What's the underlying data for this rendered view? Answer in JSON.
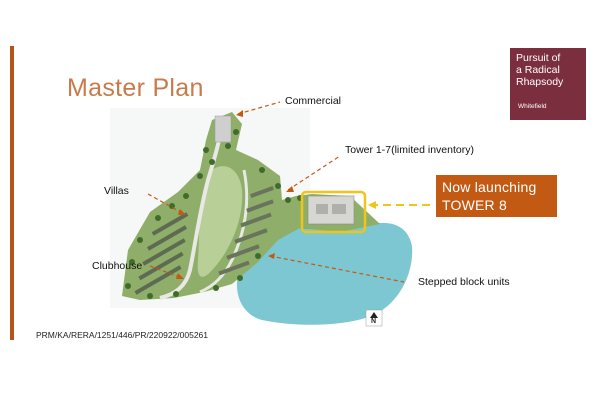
{
  "slide": {
    "title": "Master Plan",
    "brand": {
      "line1": "Pursuit of",
      "line2": "a Radical",
      "line3": "Rhapsody",
      "subtitle": "Whitefield",
      "bg_color": "#7b2e3e"
    },
    "accent_color": "#b4541c",
    "annotations": {
      "commercial": "Commercial",
      "towers": "Tower 1-7(limited inventory)",
      "villas": "Villas",
      "clubhouse": "Clubhouse",
      "stepped": "Stepped block units"
    },
    "launch": {
      "line1": "Now launching",
      "line2": "TOWER 8",
      "bg_color": "#c25a13",
      "highlight_color": "#f0c419"
    },
    "compass": "N",
    "rera": "PRM/KA/RERA/1251/446/PR/220922/005261"
  }
}
